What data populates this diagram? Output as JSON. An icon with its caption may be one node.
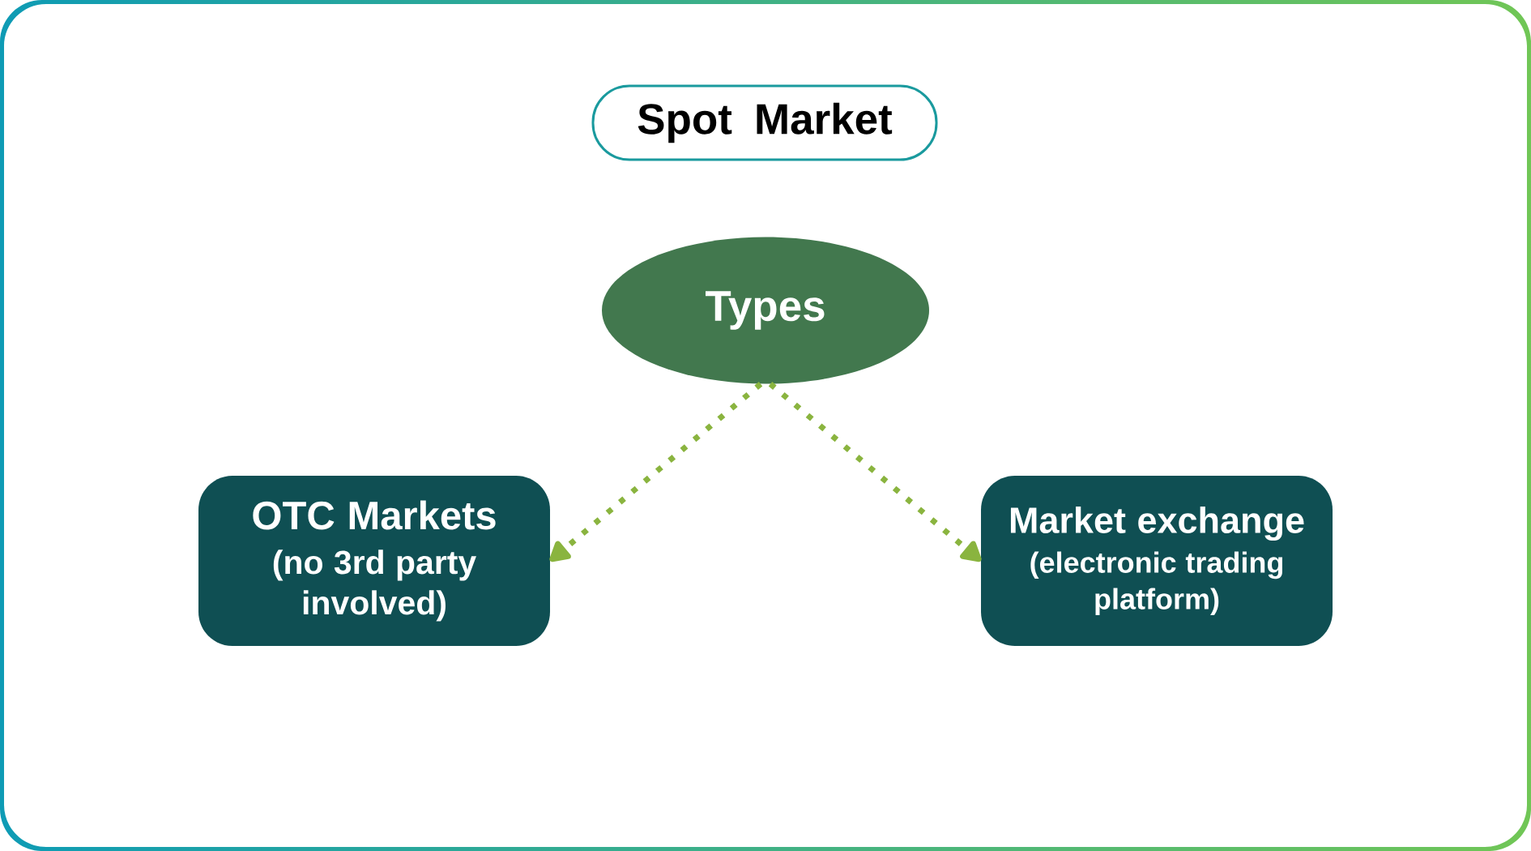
{
  "diagram": {
    "nodes": [
      {
        "text": [
          "Spot Market"
        ]
      },
      {
        "text": [
          "Types"
        ]
      },
      {
        "text": [
          "OTC Markets",
          "(no 3rd party involved)"
        ]
      },
      {
        "text": [
          "Market exchange",
          "(electronic trading platform)"
        ]
      }
    ],
    "edges": [
      {
        "from": 1,
        "to": 2,
        "arrow": "to"
      },
      {
        "from": 1,
        "to": 3,
        "arrow": "to"
      }
    ]
  }
}
